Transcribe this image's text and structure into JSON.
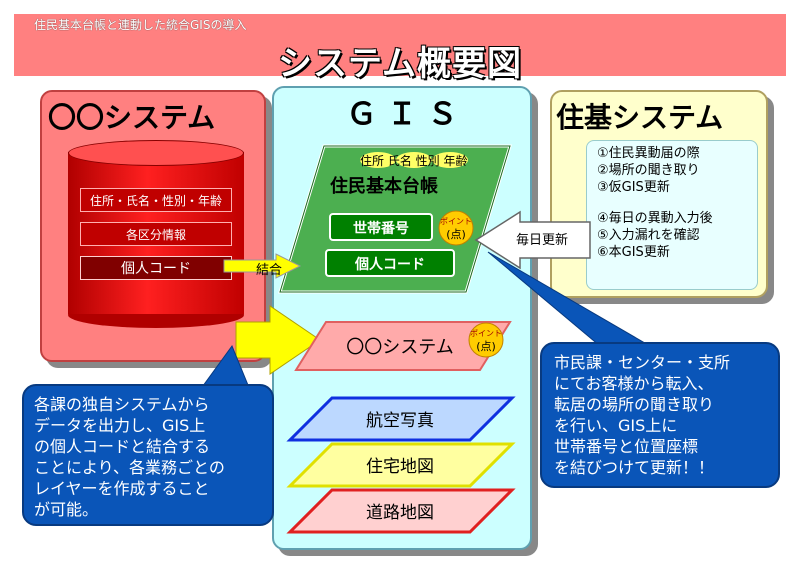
{
  "header": {
    "subtitle": "住民基本台帳と連動した統合GISの導入",
    "title": "システム概要図"
  },
  "left_panel": {
    "title": "〇〇システム",
    "items": [
      "住所・氏名・性別・年齢",
      "各区分情報",
      "個人コード"
    ]
  },
  "center_panel": {
    "title": "Ｇ Ｉ Ｓ",
    "registry_labels": "住所 氏名 性別 年齢",
    "registry_title": "住民基本台帳",
    "household_no": "世帯番号",
    "personal_code": "個人コード",
    "point_label": "ポイント",
    "point_sub": "(点)",
    "join_label": "結合",
    "other_layer": "〇〇システム",
    "layers": [
      "航空写真",
      "住宅地図",
      "道路地図"
    ]
  },
  "right_panel": {
    "title": "住基システム",
    "steps_a": [
      "①住民異動届の際",
      "②場所の聞き取り",
      "③仮GIS更新"
    ],
    "steps_b": [
      "④毎日の異動入力後",
      "⑤入力漏れを確認",
      "⑥本GIS更新"
    ],
    "daily_update": "毎日更新"
  },
  "callouts": {
    "left": [
      "各課の独自システムから",
      "データを出力し、GIS上",
      "の個人コードと結合する",
      "ことにより、各業務ごとの",
      "レイヤーを作成すること",
      "が可能。"
    ],
    "right": [
      "市民課・センター・支所",
      "にてお客様から転入、",
      "転居の場所の聞き取り",
      "を行い、GIS上に",
      "世帯番号と位置座標",
      "を結びつけて更新！！"
    ]
  },
  "colors": {
    "header": "#ff8080",
    "left_panel": "#ff8080",
    "center_panel": "#ccffff",
    "right_panel": "#ffffcc",
    "callout": "#0a55b8",
    "registry": "#4caf50",
    "arrow": "#ffff00"
  }
}
